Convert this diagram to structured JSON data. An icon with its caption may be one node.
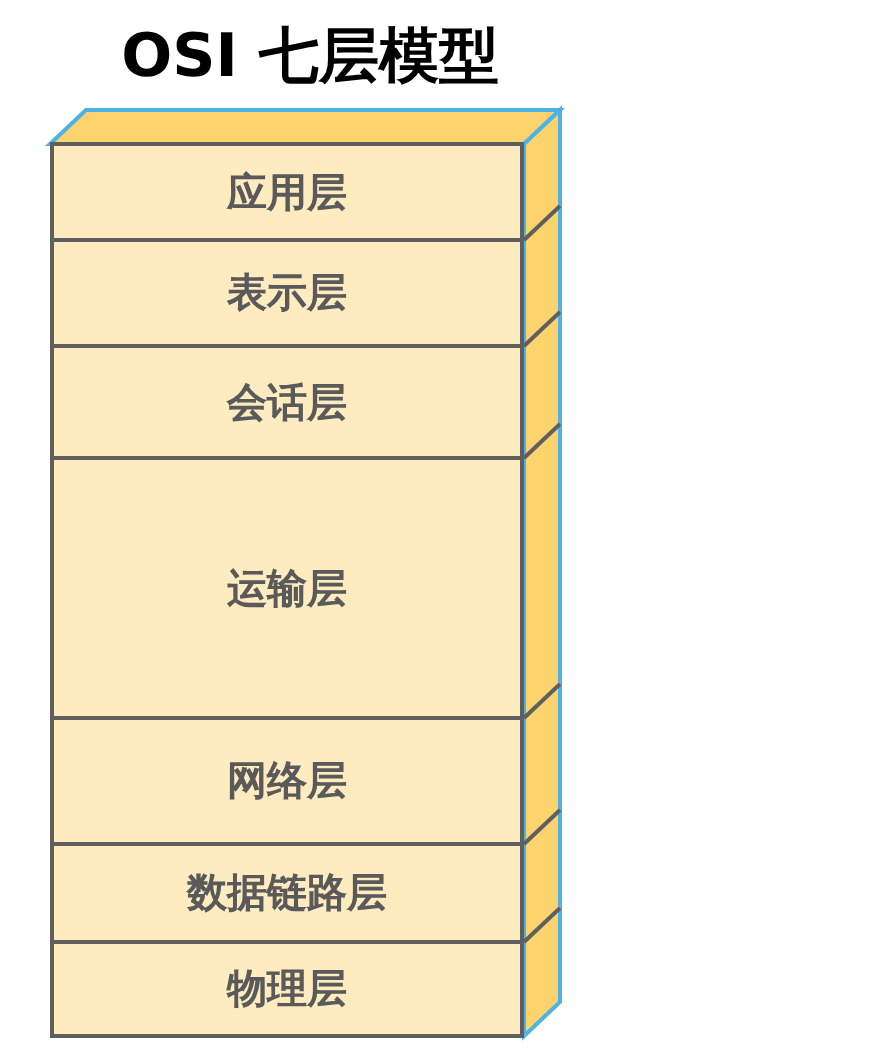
{
  "diagram": {
    "title": "OSI 七层模型",
    "nodes": [
      {
        "text": [
          "应用层"
        ]
      },
      {
        "text": [
          "表示层"
        ]
      },
      {
        "text": [
          "会话层"
        ]
      },
      {
        "text": [
          "运输层"
        ]
      },
      {
        "text": [
          "网络层"
        ]
      },
      {
        "text": [
          "数据链路层"
        ]
      },
      {
        "text": [
          "物理层"
        ]
      }
    ]
  }
}
